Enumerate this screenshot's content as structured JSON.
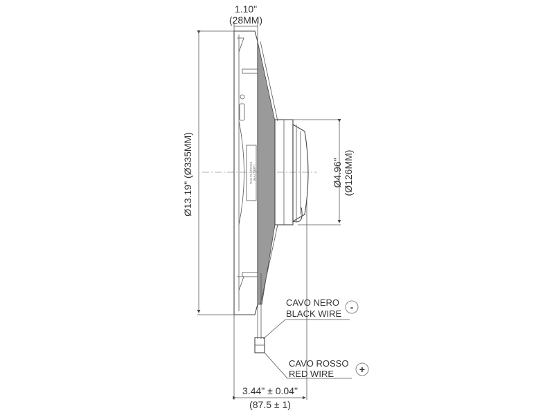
{
  "dimensions": {
    "thickness_in": "1.10\"",
    "thickness_mm": "(28MM)",
    "diameter": "Ø13.19\" (Ø335MM)",
    "motor_diameter_in": "Ø4.96\"",
    "motor_diameter_mm": "(Ø126MM)",
    "depth_in": "3.44\" ± 0.04\"",
    "depth_mm": "(87.5 ± 1)"
  },
  "wires": {
    "black_it": "CAVO NERO",
    "black_en": "BLACK WIRE",
    "black_symbol": "-",
    "red_it": "CAVO ROSSO",
    "red_en": "RED WIRE",
    "red_symbol": "+"
  },
  "fan_label": {
    "line1": "ETICHETTA TIPO",
    "line2": "LABEL TYPE"
  },
  "colors": {
    "line": "#555555",
    "blade_fill": "#9a9a9a"
  }
}
